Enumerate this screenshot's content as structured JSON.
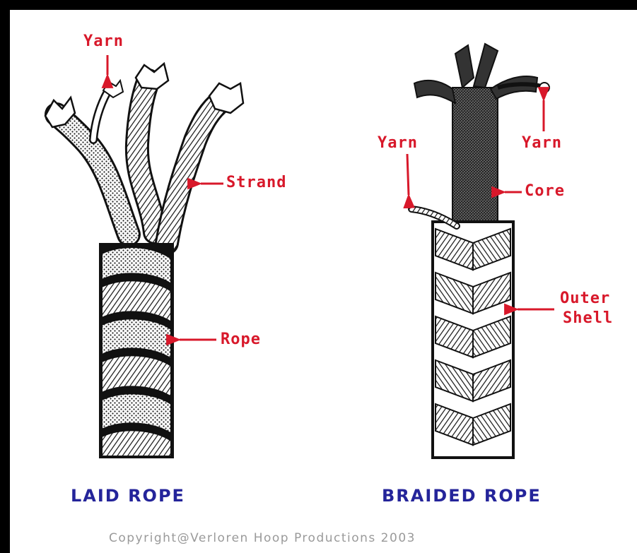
{
  "colors": {
    "label_red": "#d8182a",
    "title_blue": "#24249a",
    "ink": "#111111",
    "copyright_gray": "#9a9a9a"
  },
  "laid_rope": {
    "title": "LAID ROPE",
    "labels": {
      "yarn": "Yarn",
      "strand": "Strand",
      "rope": "Rope"
    }
  },
  "braided_rope": {
    "title": "BRAIDED ROPE",
    "labels": {
      "yarn_left": "Yarn",
      "yarn_right": "Yarn",
      "core": "Core",
      "outer_shell_line1": "Outer",
      "outer_shell_line2": "Shell"
    }
  },
  "copyright": "Copyright@Verloren Hoop Productions 2003"
}
